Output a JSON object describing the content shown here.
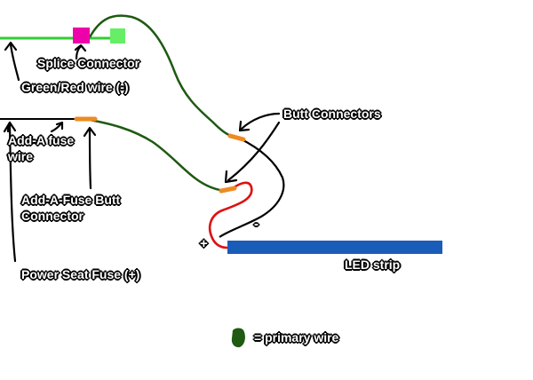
{
  "labels": {
    "splice_connector": "Splice Connector",
    "green_red_wire": "Green/Red wire (-)",
    "add_a_fuse_wire_line1": "Add-A fuse",
    "add_a_fuse_wire_line2": "wire",
    "add_a_fuse_butt_line1": "Add-A-Fuse Butt",
    "add_a_fuse_butt_line2": "Connector",
    "power_seat_fuse": "Power Seat Fuse (+)",
    "butt_connectors": "Butt Connectors",
    "led_strip": "LED strip",
    "plus_sign": "+",
    "minus_sign": "-",
    "legend_text": "= primary wire"
  },
  "colors": {
    "background": "#ffffff",
    "factory_wire": "#33cc33",
    "primary_wire": "#1e5a12",
    "power_wire": "#dd1111",
    "splice_connector": "#ee00aa",
    "wire_end": "#66ee66",
    "butt_connector": "#ee8a22",
    "led_strip": "#1a5db8",
    "fuse_wire": "#000000",
    "arrow": "#000000"
  }
}
